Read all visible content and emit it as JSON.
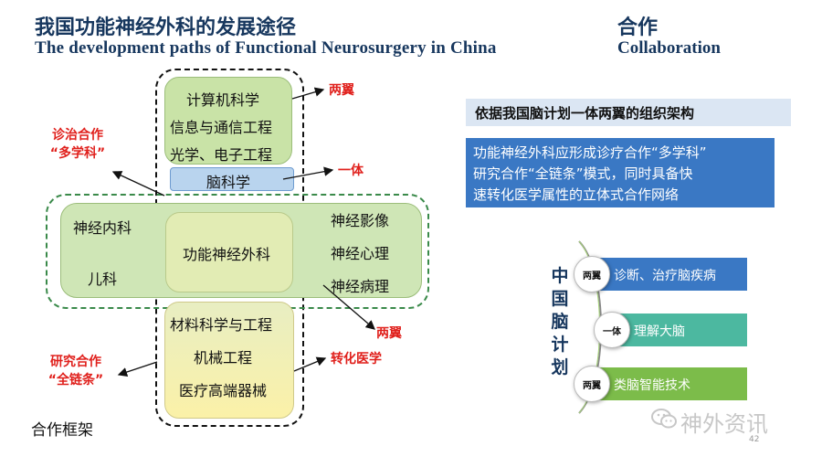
{
  "header": {
    "title_cn": "我国功能神经外科的发展途径",
    "title_en": "The development paths of Functional Neurosurgery in China",
    "collab_cn": "合作",
    "collab_en": "Collaboration"
  },
  "diagram": {
    "top_items": [
      "计算机科学",
      "信息与通信工程",
      "光学、电子工程"
    ],
    "brain_science": "脑科学",
    "left_items": [
      "神经内科",
      "儿科"
    ],
    "center": "功能神经外科",
    "right_items": [
      "神经影像",
      "神经心理",
      "神经病理"
    ],
    "bottom_items": [
      "材料科学与工程",
      "机械工程",
      "医疗高端器械"
    ],
    "labels": {
      "two_wings_top": "两翼",
      "one_body": "一体",
      "two_wings_mid": "两翼",
      "translational": "转化医学",
      "diag_coop_line1": "诊治合作",
      "diag_coop_line2": "“多学科”",
      "research_coop_line1": "研究合作",
      "research_coop_line2": "“全链条”"
    },
    "framework_label": "合作框架"
  },
  "right_panel": {
    "banner1": "依据我国脑计划一体两翼的组织架构",
    "banner2_lines": [
      "功能神经外科应形成诊疗合作“多学科”",
      "研究合作“全链条”模式，同时具备快",
      "速转化医学属性的立体式合作网络"
    ],
    "plan_vertical": [
      "中",
      "国",
      "脑",
      "计",
      "划"
    ],
    "plan_items": [
      {
        "badge": "两翼",
        "text": "诊断、治疗脑疾病",
        "color": "#3a78c4"
      },
      {
        "badge": "一体",
        "text": "理解大脑",
        "color": "#4cb8a0"
      },
      {
        "badge": "两翼",
        "text": "类脑智能技术",
        "color": "#7cbc4a"
      }
    ]
  },
  "watermark": "神外资讯",
  "page_number": "42"
}
